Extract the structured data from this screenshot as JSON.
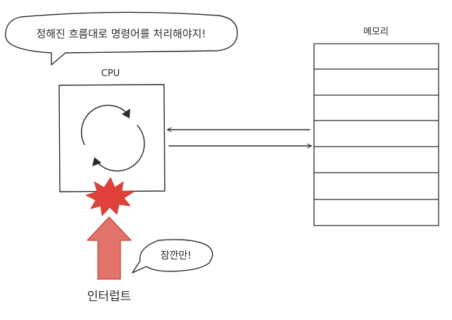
{
  "cpu_speech": "정해진 흐름대로 명령어를 처리해야지!",
  "cpu_label": "CPU",
  "memory_label": "메모리",
  "interrupt_speech": "잠깐만!",
  "interrupt_label": "인터럽트",
  "colors": {
    "stroke": "#2b2b2b",
    "interrupt_fill": "#e2736b",
    "interrupt_stroke": "#c9443c",
    "burst_fill": "#e0413a",
    "background": "#ffffff"
  }
}
